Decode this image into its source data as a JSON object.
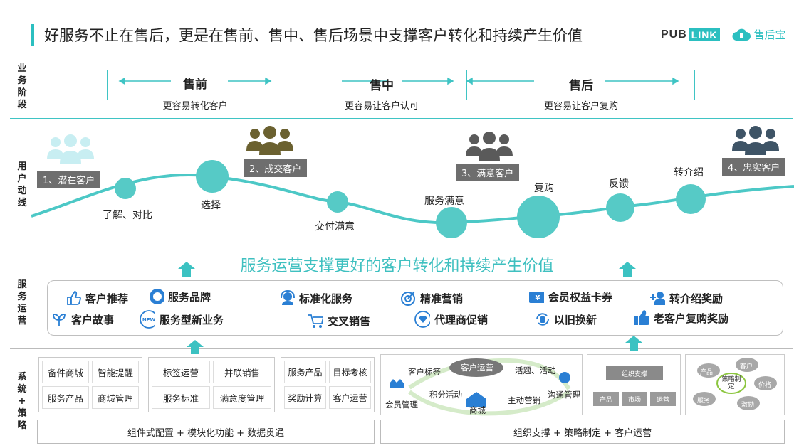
{
  "title": "好服务不止在售后，更是在售前、售中、售后场景中支撑客户转化和持续产生价值",
  "logo": {
    "pub": "PUB",
    "link": "LINK",
    "brand": "售后宝"
  },
  "side_labels": {
    "stage": "业务阶段",
    "flow": "用户动线",
    "ops": "服务运营",
    "system": "系统+策略"
  },
  "stages": [
    {
      "name": "售前",
      "sub": "更容易转化客户"
    },
    {
      "name": "售中",
      "sub": "更容易让客户认可"
    },
    {
      "name": "售后",
      "sub": "更容易让客户复购"
    }
  ],
  "customer_tags": [
    "1、潜在客户",
    "2、成交客户",
    "3、满意客户",
    "4、忠实客户"
  ],
  "nodes": [
    "了解、对比",
    "选择",
    "交付满意",
    "服务满意",
    "复购",
    "反馈",
    "转介绍"
  ],
  "slogan": "服务运营支撑更好的客户转化和持续产生价值",
  "ops_items": [
    {
      "label": "客户推荐",
      "icon": "thumbs-up-icon"
    },
    {
      "label": "服务品牌",
      "icon": "badge-icon"
    },
    {
      "label": "标准化服务",
      "icon": "headset-icon"
    },
    {
      "label": "精准营销",
      "icon": "target-icon"
    },
    {
      "label": "会员权益卡券",
      "icon": "coupon-icon"
    },
    {
      "label": "转介绍奖励",
      "icon": "add-user-icon"
    },
    {
      "label": "客户故事",
      "icon": "sprout-icon"
    },
    {
      "label": "服务型新业务",
      "icon": "new-icon"
    },
    {
      "label": "交叉销售",
      "icon": "cart-icon"
    },
    {
      "label": "代理商促销",
      "icon": "diamond-icon"
    },
    {
      "label": "以旧换新",
      "icon": "refresh-icon"
    },
    {
      "label": "老客户复购奖励",
      "icon": "like-icon"
    }
  ],
  "sys_groups": [
    [
      "备件商城",
      "智能提醒",
      "服务产品",
      "商城管理"
    ],
    [
      "标签运营",
      "并联销售",
      "服务标准",
      "满意度管理"
    ],
    [
      "服务产品",
      "目标考核",
      "奖励计算",
      "客户运营"
    ]
  ],
  "cycle": {
    "center": "客户运营",
    "items": [
      "客户标签",
      "活题、活动",
      "会员管理",
      "积分活动",
      "商城",
      "主动营销",
      "沟通管理"
    ]
  },
  "org": {
    "top": "组织支撑",
    "bottom": [
      "产品",
      "市场",
      "运营"
    ]
  },
  "strategy": {
    "center": "策略制定",
    "items": [
      "产品",
      "客户",
      "价格",
      "服务",
      "激励"
    ]
  },
  "bottom_bars": [
    "组件式配置 + 模块化功能 + 数据贯通",
    "组织支撑 + 策略制定 + 客户运营"
  ],
  "colors": {
    "accent": "#3fc4c4",
    "dark_icon": "#4a5a6a",
    "light_icon": "#c8eef2",
    "olive_icon": "#6b6130"
  }
}
